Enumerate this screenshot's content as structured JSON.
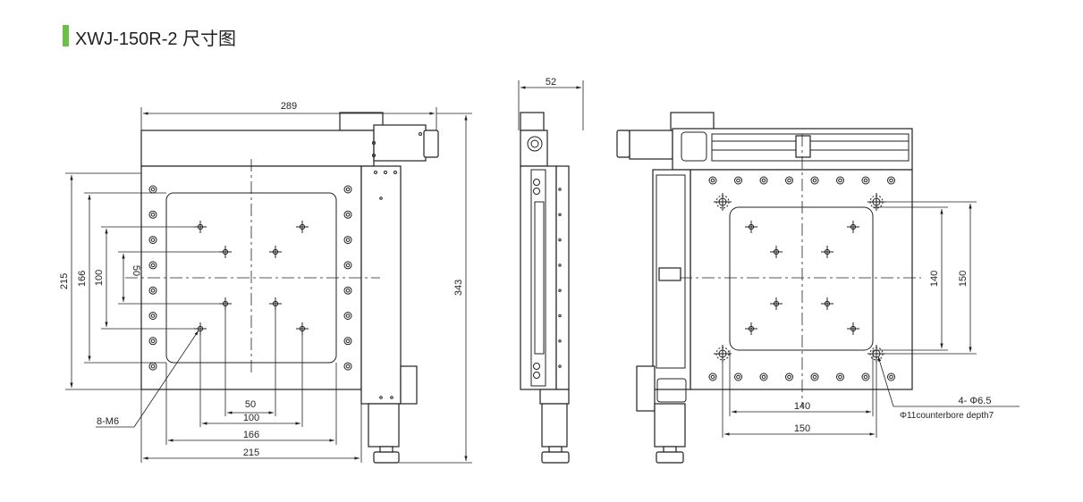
{
  "header": {
    "title": "XWJ-150R-2 尺寸图",
    "accent_color": "#6cc04a"
  },
  "left_view": {
    "dims": {
      "overall_width": "289",
      "overall_height": "343",
      "plate_height": "215",
      "outer_pattern_v": "166",
      "inner_pattern_v": "100",
      "center_pattern_v": "50",
      "bottom_50": "50",
      "bottom_100": "100",
      "bottom_166": "166",
      "bottom_215": "215"
    },
    "callout": "8-M6"
  },
  "side_view": {
    "dims": {
      "thickness": "52"
    }
  },
  "right_view": {
    "dims": {
      "v140": "140",
      "v150": "150",
      "h140": "140",
      "h150": "150"
    },
    "callout_line1": "4- Φ6.5",
    "callout_line2": "Φ11counterbore depth7"
  }
}
